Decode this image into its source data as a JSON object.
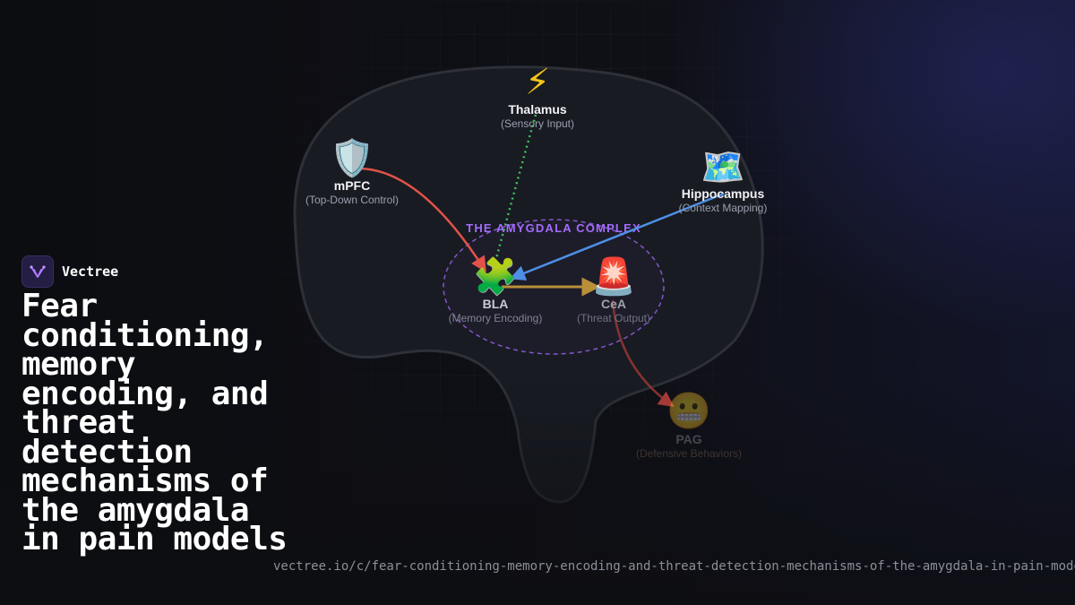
{
  "brand": {
    "name": "Vectree",
    "logo_icon": "neural-branch-icon"
  },
  "page_title": "Fear conditioning, memory encoding, and threat detection mechanisms of the amygdala in pain models",
  "url": "vectree.io/c/fear-conditioning-memory-encoding-and-threat-detection-mechanisms-of-the-amygdala-in-pain-models",
  "diagram": {
    "cluster_title": "THE AMYGDALA COMPLEX",
    "nodes": {
      "thalamus": {
        "icon": "⚡",
        "icon_name": "lightning-icon",
        "label": "Thalamus",
        "sub": "(Sensory Input)"
      },
      "mpfc": {
        "icon": "🛡️",
        "icon_name": "shield-icon",
        "label": "mPFC",
        "sub": "(Top-Down Control)"
      },
      "hippocampus": {
        "icon": "🗺️",
        "icon_name": "map-icon",
        "label": "Hippocampus",
        "sub": "(Context Mapping)"
      },
      "bla": {
        "icon": "🧩",
        "icon_name": "puzzle-icon",
        "label": "BLA",
        "sub": "(Memory Encoding)"
      },
      "cea": {
        "icon": "🚨",
        "icon_name": "siren-icon",
        "label": "CeA",
        "sub": "(Threat Output)"
      },
      "pag": {
        "icon": "😬",
        "icon_name": "grimace-icon",
        "label": "PAG",
        "sub": "(Defensive Behaviors)"
      }
    },
    "edges": [
      {
        "from": "thalamus",
        "to": "bla",
        "style": "dotted",
        "color": "#3fbf5f"
      },
      {
        "from": "mpfc",
        "to": "bla",
        "style": "solid",
        "color": "#e2524a"
      },
      {
        "from": "hippocampus",
        "to": "bla",
        "style": "solid",
        "color": "#4f8fe6"
      },
      {
        "from": "bla",
        "to": "cea",
        "style": "solid",
        "color": "#b98f3a"
      },
      {
        "from": "cea",
        "to": "pag",
        "style": "solid",
        "color": "#c0453f"
      }
    ],
    "colors": {
      "cluster": "#a56bff",
      "brain_fill": "#181b22",
      "brain_stroke": "#2d3038"
    }
  }
}
